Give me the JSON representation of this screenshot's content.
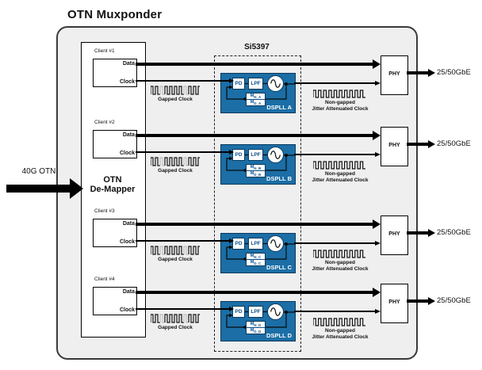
{
  "title": "OTN Muxponder",
  "input": {
    "label": "40G OTN"
  },
  "demapper": {
    "line1": "OTN",
    "line2": "De-Mapper"
  },
  "si5397": {
    "label": "Si5397"
  },
  "colors": {
    "dspll_blue": "#1B6EA6",
    "dspll_border": "#0C3A5E",
    "container_bg": "#EFEFEF"
  },
  "rows": [
    {
      "client": "Client #1",
      "data": "Data",
      "clock": "Clock",
      "gapped": "Gapped Clock",
      "pd": "PD",
      "lpf": "LPF",
      "m": "M",
      "m_num_sub": "N_A",
      "m_den_sub": "D_A",
      "dspll": "DSPLL A",
      "nongapped1": "Non-gapped",
      "nongapped2": "Jitter Attenuated Clock",
      "phy": "PHY",
      "output": "25/50GbE"
    },
    {
      "client": "Client #2",
      "data": "Data",
      "clock": "Clock",
      "gapped": "Gapped Clock",
      "pd": "PD",
      "lpf": "LPF",
      "m": "M",
      "m_num_sub": "N_B",
      "m_den_sub": "D_B",
      "dspll": "DSPLL B",
      "nongapped1": "Non-gapped",
      "nongapped2": "Jitter Attenuated Clock",
      "phy": "PHY",
      "output": "25/50GbE"
    },
    {
      "client": "Client #3",
      "data": "Data",
      "clock": "Clock",
      "gapped": "Gapped Clock",
      "pd": "PD",
      "lpf": "LPF",
      "m": "M",
      "m_num_sub": "N_C",
      "m_den_sub": "D_C",
      "dspll": "DSPLL C",
      "nongapped1": "Non-gapped",
      "nongapped2": "Jitter Attenuated Clock",
      "phy": "PHY",
      "output": "25/50GbE"
    },
    {
      "client": "Client #4",
      "data": "Data",
      "clock": "Clock",
      "gapped": "Gapped Clock",
      "pd": "PD",
      "lpf": "LPF",
      "m": "M",
      "m_num_sub": "N_D",
      "m_den_sub": "D_D",
      "dspll": "DSPLL D",
      "nongapped1": "Non-gapped",
      "nongapped2": "Jitter Attenuated Clock",
      "phy": "PHY",
      "output": "25/50GbE"
    }
  ]
}
